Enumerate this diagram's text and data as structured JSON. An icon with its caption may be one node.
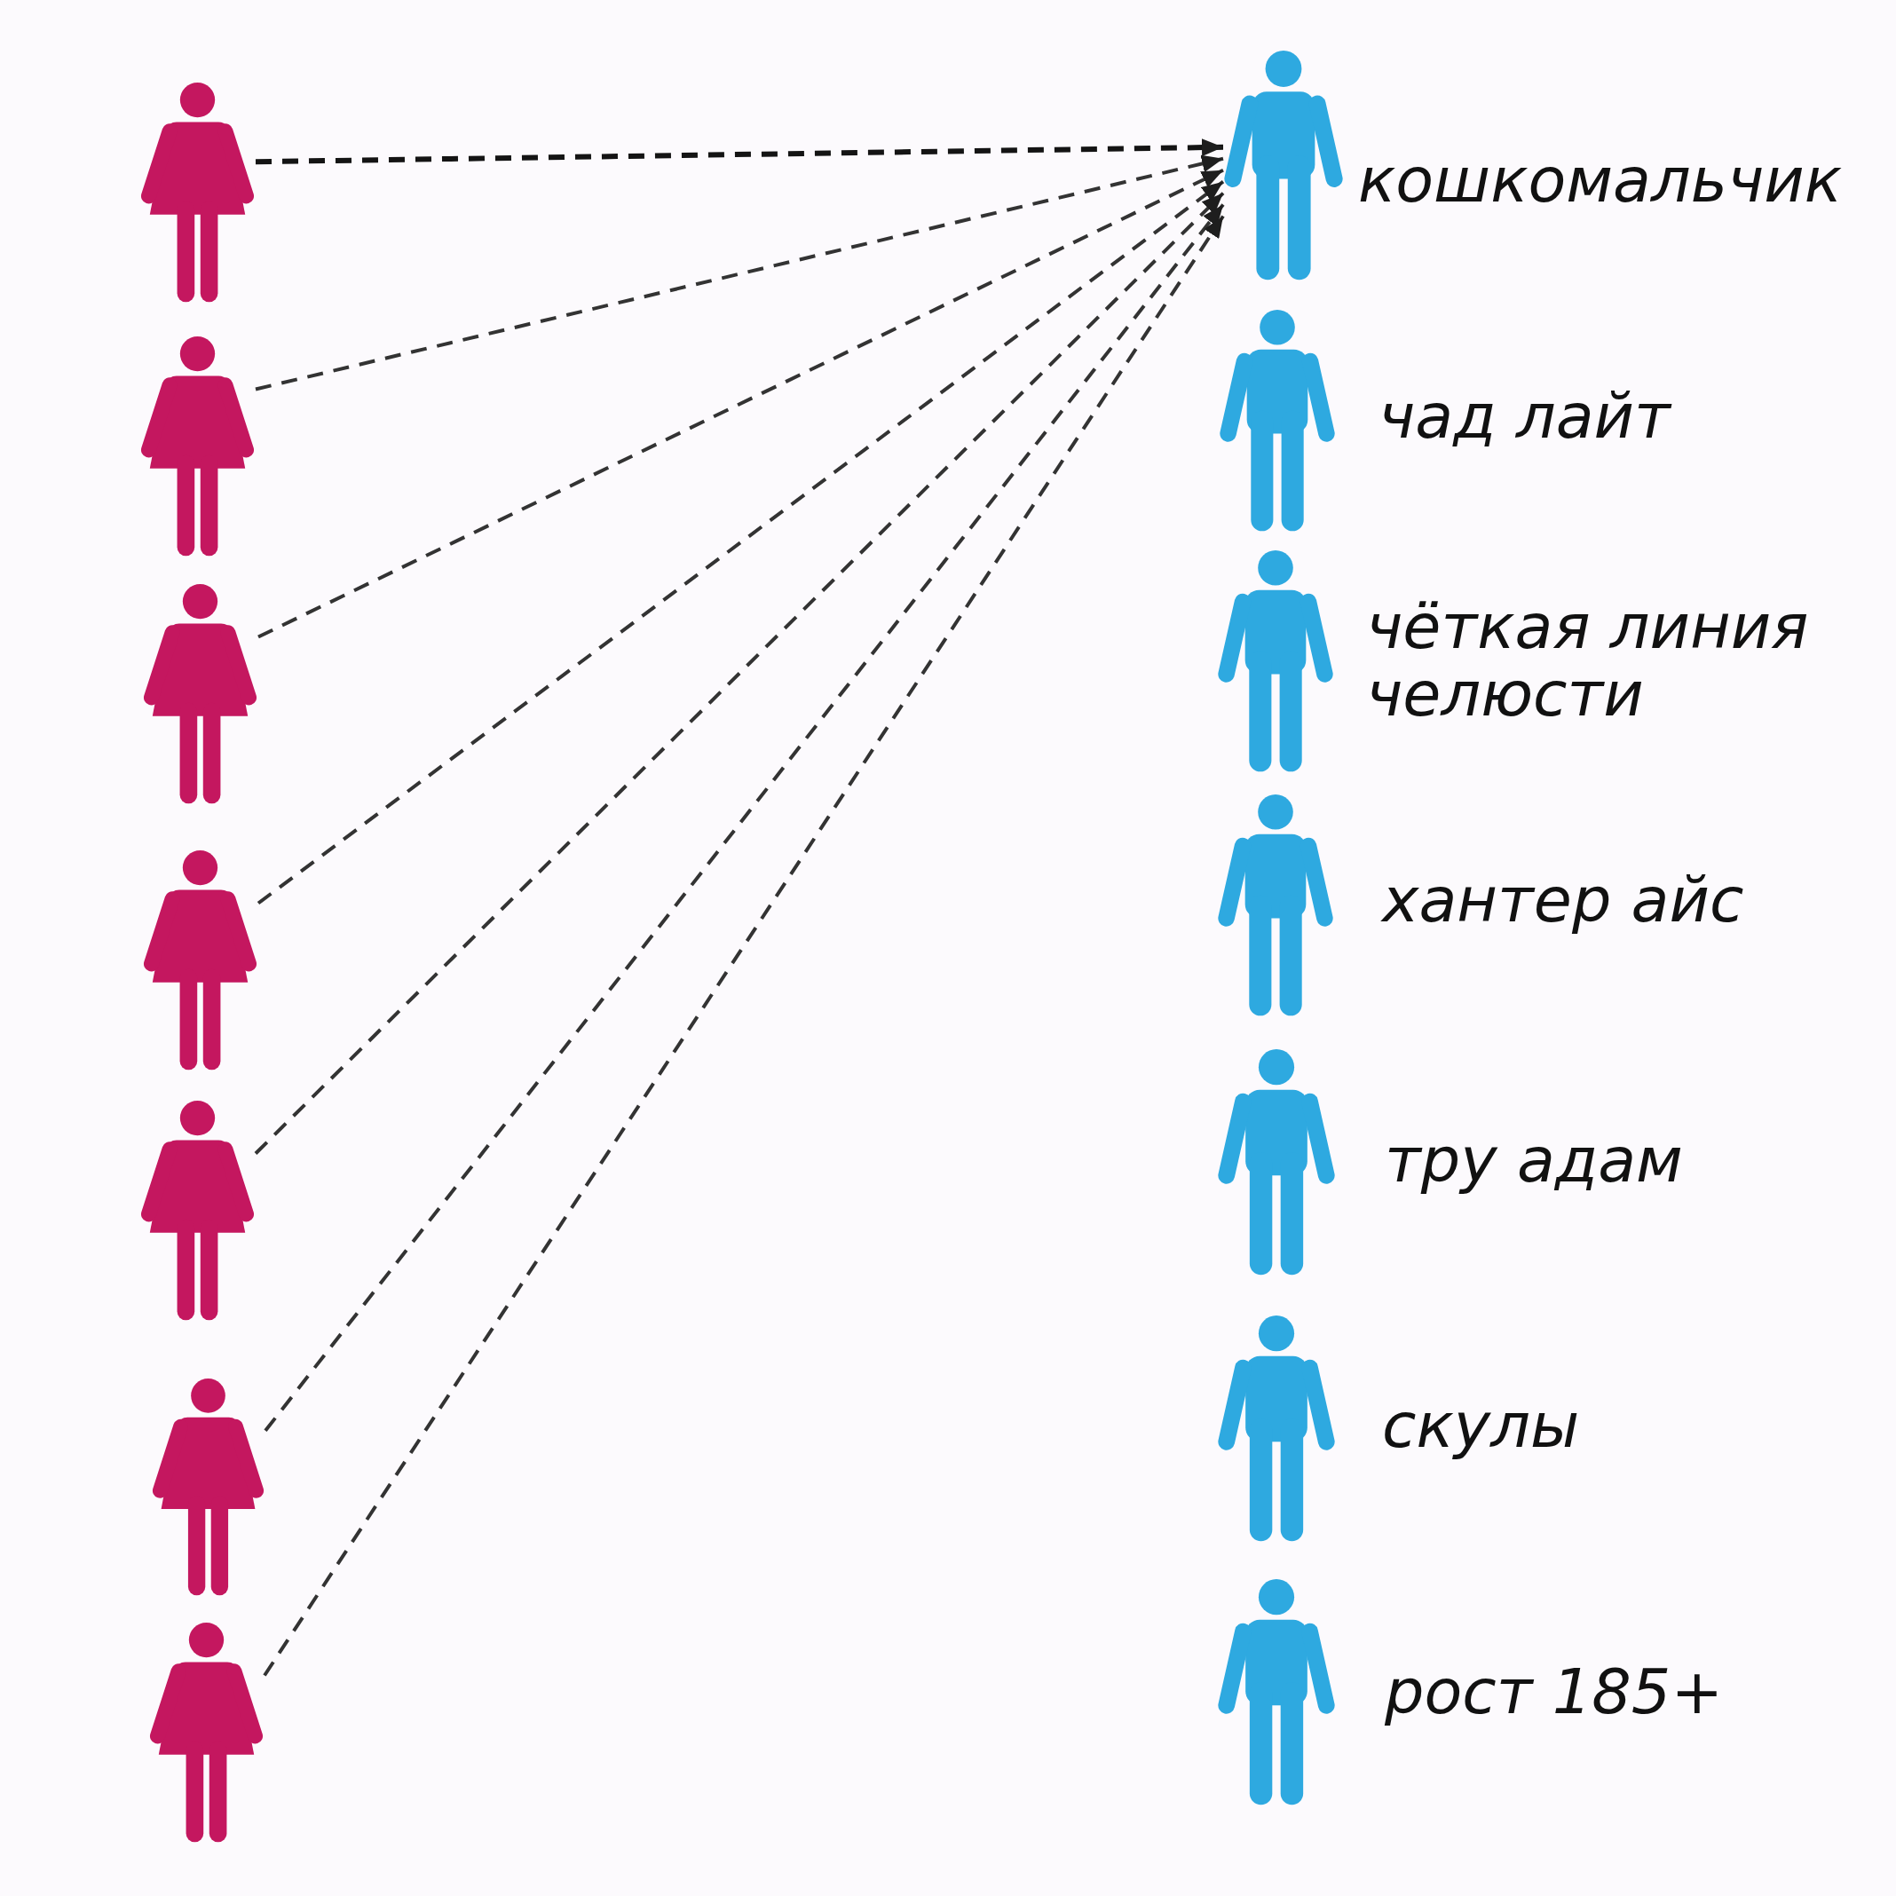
{
  "diagram": {
    "nodes": [
      {
        "text": [],
        "shape": "person"
      },
      {
        "text": [],
        "shape": "person"
      },
      {
        "text": [],
        "shape": "person"
      },
      {
        "text": [],
        "shape": "person"
      },
      {
        "text": [],
        "shape": "person"
      },
      {
        "text": [],
        "shape": "person"
      },
      {
        "text": [],
        "shape": "person"
      },
      {
        "text": [],
        "shape": "person",
        "beside": [
          "кошкомальчик"
        ]
      },
      {
        "text": [],
        "shape": "person",
        "beside": [
          "чад лайт"
        ]
      },
      {
        "text": [],
        "shape": "person",
        "beside": [
          "чёткая линия челюсти"
        ]
      },
      {
        "text": [],
        "shape": "person",
        "beside": [
          "хантер айс"
        ]
      },
      {
        "text": [],
        "shape": "person",
        "beside": [
          "тру адам"
        ]
      },
      {
        "text": [],
        "shape": "person",
        "beside": [
          "скулы"
        ]
      },
      {
        "text": [],
        "shape": "person",
        "beside": [
          "рост 185+"
        ]
      }
    ],
    "edges": [
      {
        "from": 0,
        "to": 7,
        "arrow": "to",
        "style": "dashed"
      },
      {
        "from": 1,
        "to": 7,
        "arrow": "to",
        "style": "dashed"
      },
      {
        "from": 2,
        "to": 7,
        "arrow": "to",
        "style": "dashed"
      },
      {
        "from": 3,
        "to": 7,
        "arrow": "to",
        "style": "dashed"
      },
      {
        "from": 4,
        "to": 7,
        "arrow": "to",
        "style": "dashed"
      },
      {
        "from": 5,
        "to": 7,
        "arrow": "to",
        "style": "dashed"
      },
      {
        "from": 6,
        "to": 7,
        "arrow": "to",
        "style": "dashed"
      }
    ]
  }
}
